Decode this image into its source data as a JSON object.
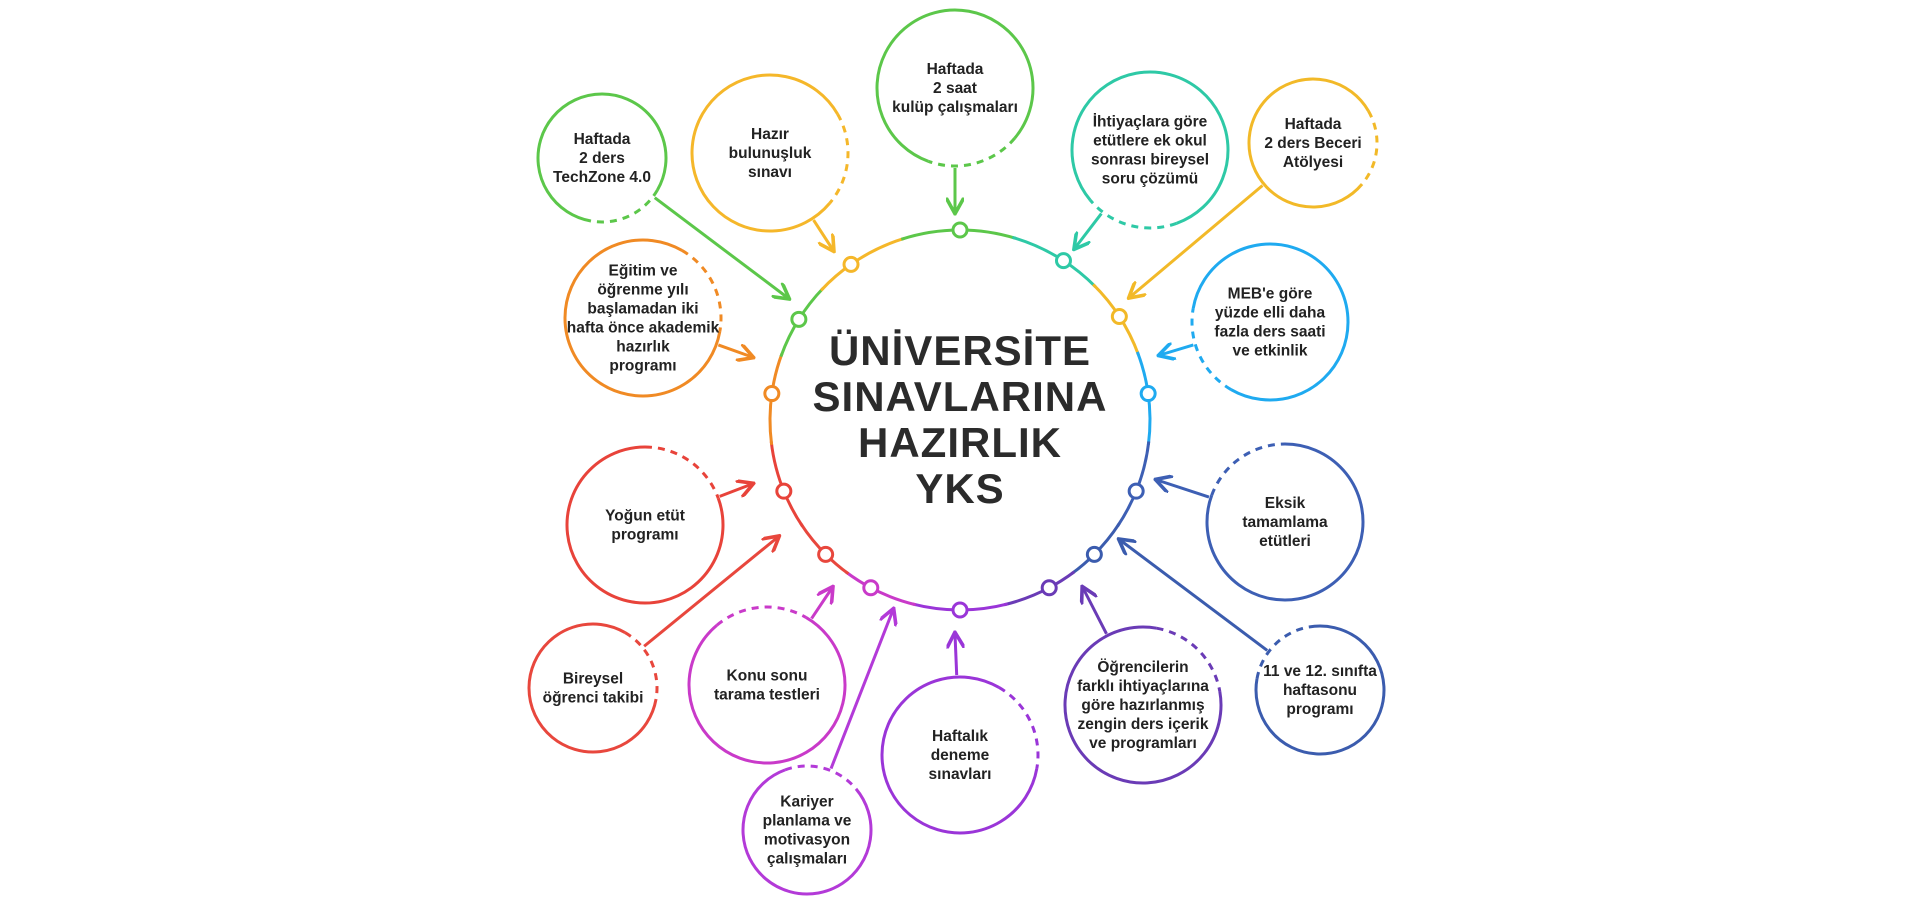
{
  "center": {
    "title_lines": [
      "ÜNİVERSİTE",
      "SINAVLARINA",
      "HAZIRLIK",
      "YKS"
    ]
  },
  "nodes": [
    {
      "id": "kulup",
      "lines": [
        "Haftada",
        "2 saat",
        "kulüp çalışmaları"
      ],
      "color": "#5cc74a"
    },
    {
      "id": "etut-cozum",
      "lines": [
        "İhtiyaçlara göre",
        "etütlere ek okul",
        "sonrası bireysel",
        "soru çözümü"
      ],
      "color": "#2ec9a6"
    },
    {
      "id": "beceri",
      "lines": [
        "Haftada",
        "2 ders Beceri",
        "Atölyesi"
      ],
      "color": "#f2b928"
    },
    {
      "id": "meb",
      "lines": [
        "MEB'e göre",
        "yüzde elli daha",
        "fazla ders saati",
        "ve etkinlik"
      ],
      "color": "#1faaf0"
    },
    {
      "id": "eksik",
      "lines": [
        "Eksik",
        "tamamlama",
        "etütleri"
      ],
      "color": "#3d5fb4"
    },
    {
      "id": "haftasonu",
      "lines": [
        "11 ve 12. sınıfta",
        "haftasonu",
        "programı"
      ],
      "color": "#3b5cae"
    },
    {
      "id": "zengin",
      "lines": [
        "Öğrencilerin",
        "farklı ihtiyaçlarına",
        "göre hazırlanmış",
        "zengin ders içerik",
        "ve programları"
      ],
      "color": "#6a3bb6"
    },
    {
      "id": "deneme",
      "lines": [
        "Haftalık",
        "deneme",
        "sınavları"
      ],
      "color": "#9a35d8"
    },
    {
      "id": "kariyer",
      "lines": [
        "Kariyer",
        "planlama ve",
        "motivasyon",
        "çalışmaları"
      ],
      "color": "#b33ad8"
    },
    {
      "id": "tarama",
      "lines": [
        "Konu sonu",
        "tarama testleri"
      ],
      "color": "#c93ac9"
    },
    {
      "id": "takip",
      "lines": [
        "Bireysel",
        "öğrenci takibi"
      ],
      "color": "#e8473d"
    },
    {
      "id": "yogun",
      "lines": [
        "Yoğun etüt",
        "programı"
      ],
      "color": "#e8433a"
    },
    {
      "id": "akademik",
      "lines": [
        "Eğitim ve",
        "öğrenme yılı",
        "başlamadan iki",
        "hafta önce akademik",
        "hazırlık",
        "programı"
      ],
      "color": "#f08a24"
    },
    {
      "id": "techzone",
      "lines": [
        "Haftada",
        "2 ders",
        "TechZone 4.0"
      ],
      "color": "#5cc74a"
    },
    {
      "id": "hazir",
      "lines": [
        "Hazır",
        "bulunuşluk",
        "sınavı"
      ],
      "color": "#f5b72a"
    }
  ]
}
